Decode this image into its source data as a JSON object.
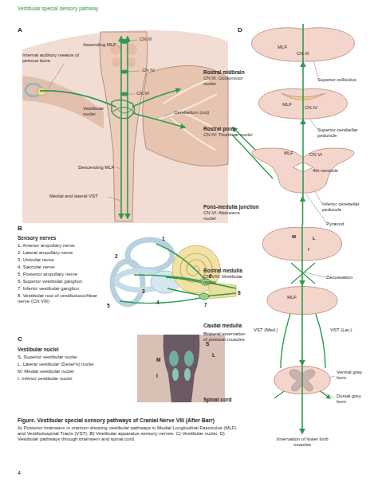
{
  "diagram": {
    "title": "Vestibular special sensory pathway",
    "caption": "Figure. Vestibular special sensory pathways of Cranial Nerve VIII (After Barr)",
    "nodes": [
      {
        "text": [
          "MLF",
          "CN III",
          "Rostral midbrain",
          "CN III: Oculomotor nuclei"
        ]
      },
      {
        "text": [
          "MLF",
          "CN IV",
          "Rostral pons",
          "CN IV: Trochlear nuclei"
        ]
      },
      {
        "text": [
          "MLF",
          "CN VI",
          "4th ventricle",
          "Pons-medulla junction",
          "CN VI: Abducens nuclei"
        ]
      },
      {
        "text": [
          "M",
          "L",
          "I",
          "Rostral medulla",
          "CN VIII: Vestibular nuclei"
        ]
      },
      {
        "text": [
          "MLF",
          "Caudal medulla"
        ]
      },
      {
        "text": [
          "Spinal cord"
        ]
      }
    ],
    "edges": [
      {
        "from": 3,
        "to": 2,
        "arrow": "to"
      },
      {
        "from": 2,
        "to": 1,
        "arrow": "to"
      },
      {
        "from": 1,
        "to": 0,
        "arrow": "to"
      },
      {
        "from": 3,
        "to": 4,
        "arrow": "to"
      },
      {
        "from": 4,
        "to": 5,
        "arrow": "to"
      }
    ],
    "labels": [
      "A",
      "Ascending MLF",
      "CN III",
      "Internal auditory meatus of petrous bone",
      "CN IV",
      "CN VI",
      "Vestibular nuclei",
      "Cerebellum (cut)",
      "Descending MLF",
      "Medial and lateral VST",
      "B",
      "Sensory nerves",
      "1. Anterior ampullary nerve",
      "2. Lateral ampullary nerve",
      "3. Utricular nerve",
      "4. Saccular nerve",
      "5. Posterior ampullary nerve",
      "6. Superior vestibular ganglion",
      "7. Inferior vestibular ganglion",
      "8. Vestibular root of vestibulocochlear nerve (CN VIII)",
      "1",
      "2",
      "3",
      "4",
      "5",
      "6",
      "7",
      "8",
      "C",
      "Vestibular nuclei",
      "S. Superior vestibular nuclei",
      "L. Lateral vestibular (Deiter's) nuclei",
      "M. Medial vestibular nuclei",
      "I. Inferior vestibular nuclei",
      "S",
      "L",
      "M",
      "I",
      "D",
      "Superior colliculus",
      "Superior cerebellar peduncle",
      "Inferior cerebellar peduncle",
      "Pyramid",
      "Decussation",
      "VST (Med.)",
      "VST (Lat.)",
      "Bilateral innervation of postural muscles",
      "Ventral grey horn",
      "Dorsal grey horn",
      "Innervation of lower limb muscles",
      "A) Posterior brainstem in cranium showing vestibular pathways in Medial Longitudinal Fasciculus (MLF) and Vestibulospinal Tracts (VST). B) Vestibular apparatus sensory nerves. C) Vestibular nuclei. D) Vestibular pathways through brainstem and spinal cord.",
      "4"
    ]
  }
}
